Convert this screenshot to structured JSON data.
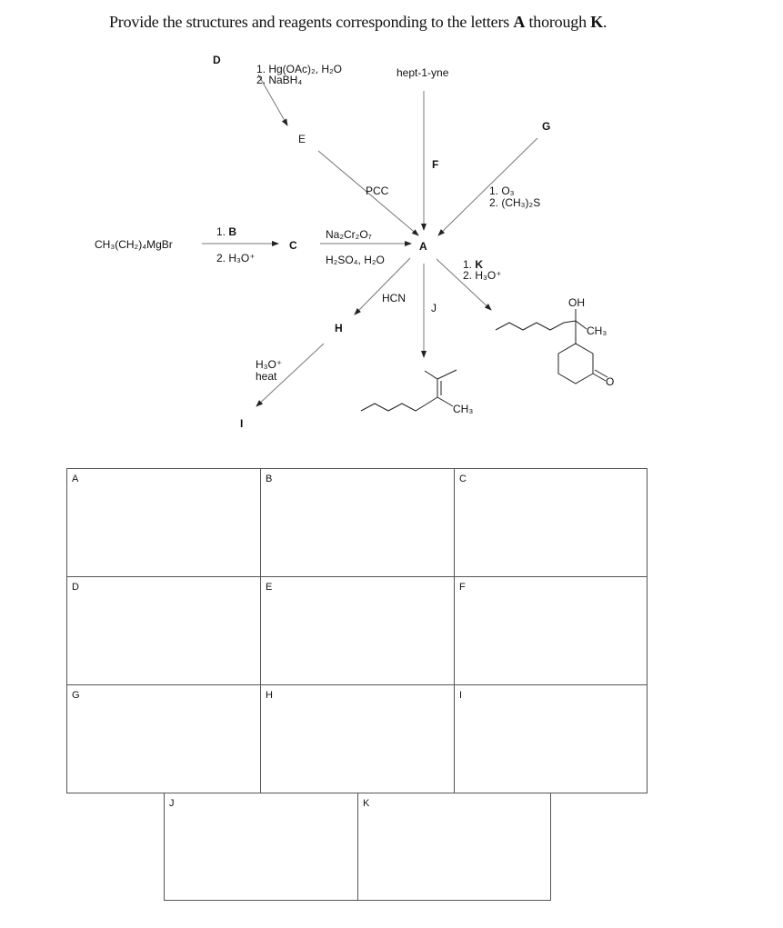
{
  "title": {
    "prefix": "Provide the structures and reagents corresponding to the letters ",
    "a": "A",
    "mid": " thorough ",
    "k": "K",
    "suffix": "."
  },
  "scheme": {
    "D": "D",
    "E": "E",
    "A": "A",
    "C": "C",
    "H": "H",
    "I": "I",
    "G": "G",
    "F": "F",
    "J": "J",
    "start": "CH₃(CH₂)₄MgBr",
    "step_c_1_prefix": "1. ",
    "step_c_1_bold": "B",
    "step_c_2": "2. H₃O⁺",
    "oxymerc_1": "1. Hg(OAc)₂, H₂O",
    "oxymerc_2": "2. NaBH₄",
    "pcc": "PCC",
    "alkyne": "hept-1-yne",
    "ozon_1": "1. O₃",
    "ozon_2": "2. (CH₃)₂S",
    "ox_top": "Na₂Cr₂O₇",
    "ox_bottom": "H₂SO₄, H₂O",
    "hcn": "HCN",
    "hyd_1": "H₃O⁺",
    "hyd_2": "heat",
    "k_1_prefix": "1. ",
    "k_1_bold": "K",
    "k_2": "2. H₃O⁺",
    "oh": "OH",
    "ch3_k": "CH₃",
    "o": "O",
    "ch3_j": "CH₃"
  },
  "answer_boxes": [
    "A",
    "B",
    "C",
    "D",
    "E",
    "F",
    "G",
    "H",
    "I"
  ],
  "bottom_boxes": [
    "J",
    "K"
  ],
  "colors": {
    "arrow": "#777777",
    "line": "#222222",
    "border": "#555555"
  }
}
